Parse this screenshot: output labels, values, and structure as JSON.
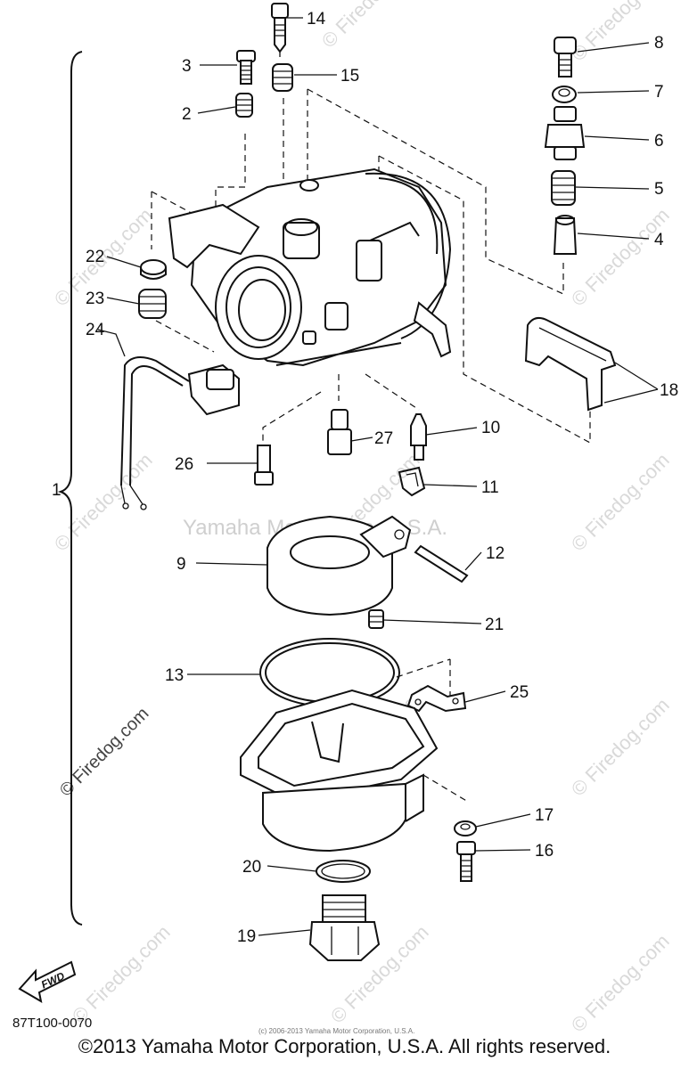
{
  "watermark": {
    "brand": "© Firedog.com",
    "center": "Yamaha Motor Corp. U.S.A."
  },
  "plate_number": "87T100-0070",
  "small_print": "(c) 2006-2013 Yamaha Motor Corporation, U.S.A.",
  "copyright": "©2013 Yamaha Motor Corporation, U.S.A. All rights reserved.",
  "fwd_label": "FWD",
  "callouts": {
    "c1": "1",
    "c2": "2",
    "c3": "3",
    "c4": "4",
    "c5": "5",
    "c6": "6",
    "c7": "7",
    "c8": "8",
    "c9": "9",
    "c10": "10",
    "c11": "11",
    "c12": "12",
    "c13": "13",
    "c14": "14",
    "c15": "15",
    "c16": "16",
    "c17": "17",
    "c18": "18",
    "c19": "19",
    "c20": "20",
    "c21": "21",
    "c22": "22",
    "c23": "23",
    "c24": "24",
    "c25": "25",
    "c26": "26",
    "c27": "27"
  },
  "colors": {
    "line": "#111111",
    "watermark": "#d9d9d9",
    "background": "#ffffff"
  }
}
